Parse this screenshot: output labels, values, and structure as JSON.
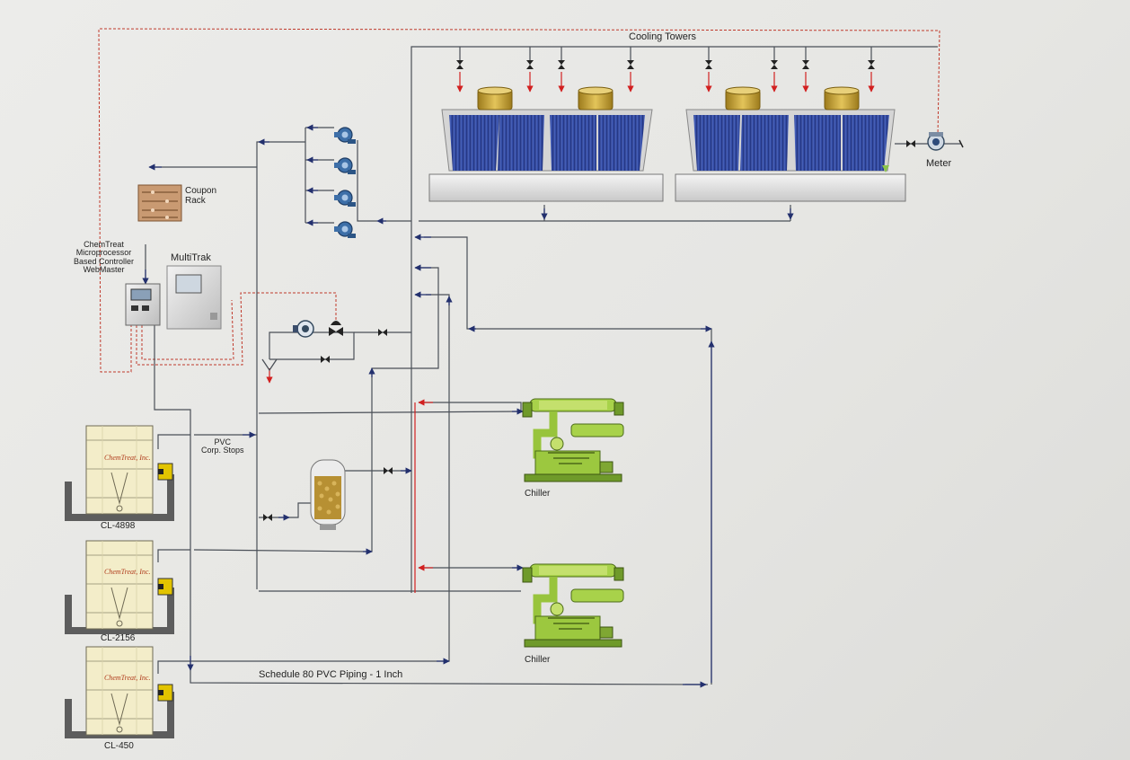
{
  "labels": {
    "cooling_towers": "Cooling Towers",
    "meter": "Meter",
    "coupon_rack": "Coupon\nRack",
    "controller": "ChemTreat\nMicroprocessor\nBased Controller\nWebMaster",
    "multitrak": "MultiTrak",
    "pvc_stops": "PVC\nCorp. Stops",
    "chiller_1": "Chiller",
    "chiller_2": "Chiller",
    "piping": "Schedule 80 PVC Piping - 1 Inch"
  },
  "tanks": [
    {
      "label": "CL-4898",
      "brand": "ChemTreat, Inc."
    },
    {
      "label": "CL-2156",
      "brand": "ChemTreat, Inc."
    },
    {
      "label": "CL-450",
      "brand": "ChemTreat, Inc."
    }
  ],
  "colors": {
    "pipe": "#4a4f57",
    "signal": "#c0392b",
    "flow_red": "#d22020",
    "arrow_blue": "#23306e",
    "tower_blue": "#2c3f8e",
    "tower_gold": "#c9a02e",
    "chiller_green": "#98c43c",
    "tank_cream": "#f3edc9"
  },
  "icons": [
    "valve-icon",
    "pump-icon",
    "meter-icon",
    "arrow-icon"
  ]
}
